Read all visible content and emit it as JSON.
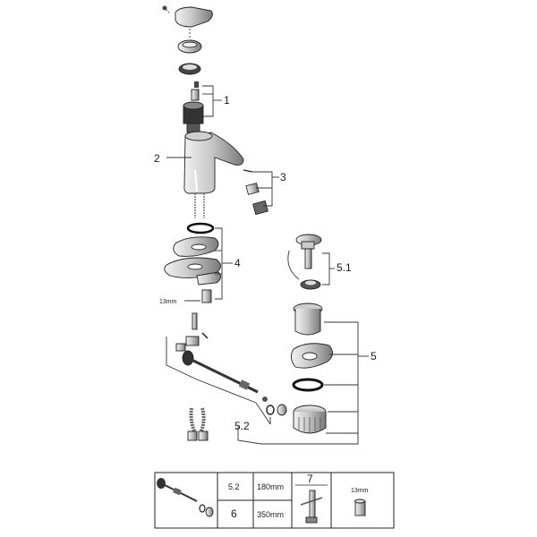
{
  "callouts": {
    "c1": "1",
    "c2": "2",
    "c3": "3",
    "c4": "4",
    "c5": "5",
    "c51": "5.1",
    "c52": "5.2",
    "wrench_size": "13mm"
  },
  "table": {
    "row1_label": "5.2",
    "row1_value": "180mm",
    "row2_label": "6",
    "row2_value": "350mm",
    "tool_label": "7",
    "wrench_size": "13mm"
  }
}
